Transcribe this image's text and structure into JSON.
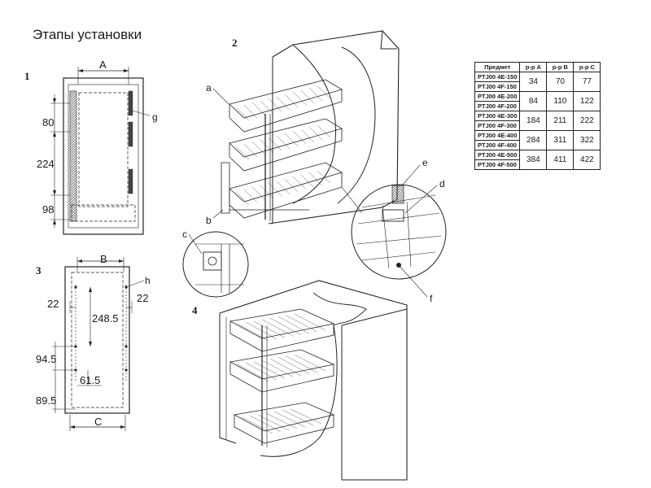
{
  "title": "Этапы установки",
  "steps": [
    "1",
    "2",
    "3",
    "4"
  ],
  "step1": {
    "width_label": "A",
    "dims": [
      "80",
      "224",
      "98"
    ],
    "callout_g": "g"
  },
  "step2": {
    "callouts": [
      "a",
      "b"
    ]
  },
  "step3": {
    "top_label": "B",
    "bottom_label": "C",
    "callout_h": "h",
    "dims": [
      "22",
      "22",
      "248.5",
      "94.5",
      "61.5",
      "89.5"
    ]
  },
  "detail": {
    "callouts": [
      "c",
      "d",
      "e",
      "f"
    ]
  },
  "table": {
    "headers": [
      "Предмет",
      "р-р A",
      "р-р B",
      "р-р C"
    ],
    "rows": [
      {
        "models": [
          "PTJ00 4E-150",
          "PTJ00 4F-150"
        ],
        "a": "34",
        "b": "70",
        "c": "77"
      },
      {
        "models": [
          "PTJ00 4E-200",
          "PTJ00 4F-200"
        ],
        "a": "84",
        "b": "110",
        "c": "122"
      },
      {
        "models": [
          "PTJ00 4E-300",
          "PTJ00 4F-300"
        ],
        "a": "184",
        "b": "211",
        "c": "222"
      },
      {
        "models": [
          "PTJ00 4E-400",
          "PTJ00 4F-400"
        ],
        "a": "284",
        "b": "311",
        "c": "322"
      },
      {
        "models": [
          "PTJ00 4E-500",
          "PTJ00 4F-500"
        ],
        "a": "384",
        "b": "411",
        "c": "422"
      }
    ]
  }
}
